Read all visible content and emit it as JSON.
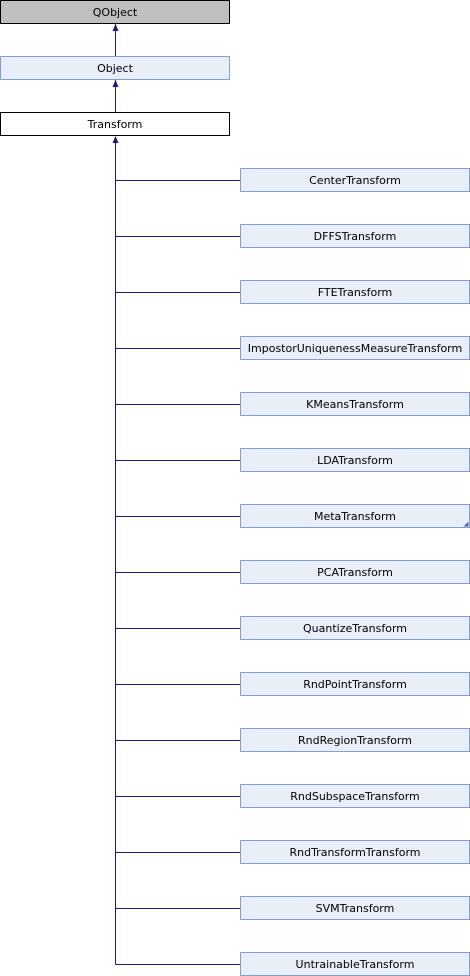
{
  "diagram": {
    "ancestors": [
      {
        "label": "QObject",
        "style": "external"
      },
      {
        "label": "Object",
        "style": "base"
      },
      {
        "label": "Transform",
        "style": "current"
      }
    ],
    "children": [
      {
        "label": "CenterTransform",
        "has_more": false
      },
      {
        "label": "DFFSTransform",
        "has_more": false
      },
      {
        "label": "FTETransform",
        "has_more": false
      },
      {
        "label": "ImpostorUniquenessMeasureTransform",
        "has_more": false
      },
      {
        "label": "KMeansTransform",
        "has_more": false
      },
      {
        "label": "LDATransform",
        "has_more": false
      },
      {
        "label": "MetaTransform",
        "has_more": true
      },
      {
        "label": "PCATransform",
        "has_more": false
      },
      {
        "label": "QuantizeTransform",
        "has_more": false
      },
      {
        "label": "RndPointTransform",
        "has_more": false
      },
      {
        "label": "RndRegionTransform",
        "has_more": false
      },
      {
        "label": "RndSubspaceTransform",
        "has_more": false
      },
      {
        "label": "RndTransformTransform",
        "has_more": false
      },
      {
        "label": "SVMTransform",
        "has_more": false
      },
      {
        "label": "UntrainableTransform",
        "has_more": false
      }
    ],
    "colors": {
      "external_fill": "#BFBFBF",
      "external_stroke": "#000000",
      "base_fill": "#E8EEF7",
      "base_stroke": "#84A0CF",
      "current_fill": "#FFFFFF",
      "current_stroke": "#000000",
      "child_fill": "#E8EEF7",
      "child_stroke": "#84A0CF",
      "edge": "#1B1B7A",
      "more_marker": "#4A6EAA"
    }
  }
}
